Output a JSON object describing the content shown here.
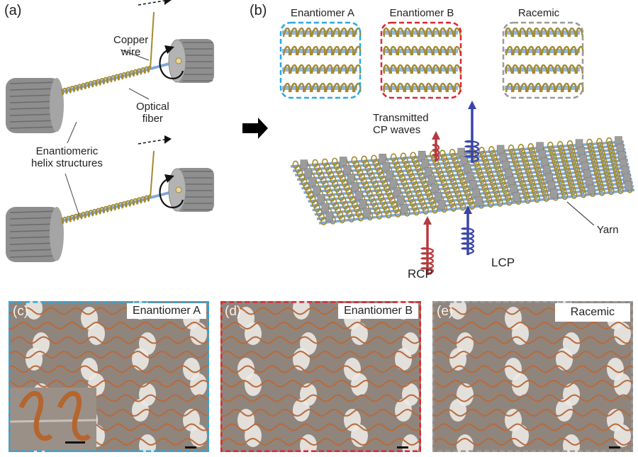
{
  "colors": {
    "enantiomer_a": "#29a9e1",
    "enantiomer_b": "#e0262e",
    "racemic": "#9a9a9a",
    "copper": "#a38a2f",
    "fiber": "#7fa8dc",
    "rcp": "#b53a3e",
    "lcp": "#3a45a8",
    "yarn": "#9c9c9c",
    "photo_bg": "#8f857d",
    "photo_copper": "#b86a3a"
  },
  "panel_a": {
    "letter": "(a)",
    "labels": {
      "copper_wire": [
        "Copper",
        "wire"
      ],
      "optical_fiber": [
        "Optical",
        "fiber"
      ],
      "helix": [
        "Enantiomeric",
        "helix structures"
      ]
    },
    "icons": [
      "motor-spool",
      "rotation-arrow",
      "dashed-pull-arrow"
    ]
  },
  "arrow_icon": "right-arrow",
  "panel_b": {
    "letter": "(b)",
    "legend": [
      {
        "label": "Enantiomer A",
        "border": "enantiomer_a",
        "handedness": "A"
      },
      {
        "label": "Enantiomer B",
        "border": "enantiomer_b",
        "handedness": "B"
      },
      {
        "label": "Racemic",
        "border": "racemic",
        "handedness": "mixed"
      }
    ],
    "labels": {
      "transmitted": [
        "Transmitted",
        "CP waves"
      ],
      "rcp": "RCP",
      "lcp": "LCP",
      "yarn": "Yarn"
    }
  },
  "photos": [
    {
      "letter": "(c)",
      "tag": "Enantiomer A",
      "border": "enantiomer_a",
      "has_inset": true
    },
    {
      "letter": "(d)",
      "tag": "Enantiomer B",
      "border": "enantiomer_b",
      "has_inset": false
    },
    {
      "letter": "(e)",
      "tag": "Racemic",
      "border": "racemic",
      "has_inset": false
    }
  ]
}
